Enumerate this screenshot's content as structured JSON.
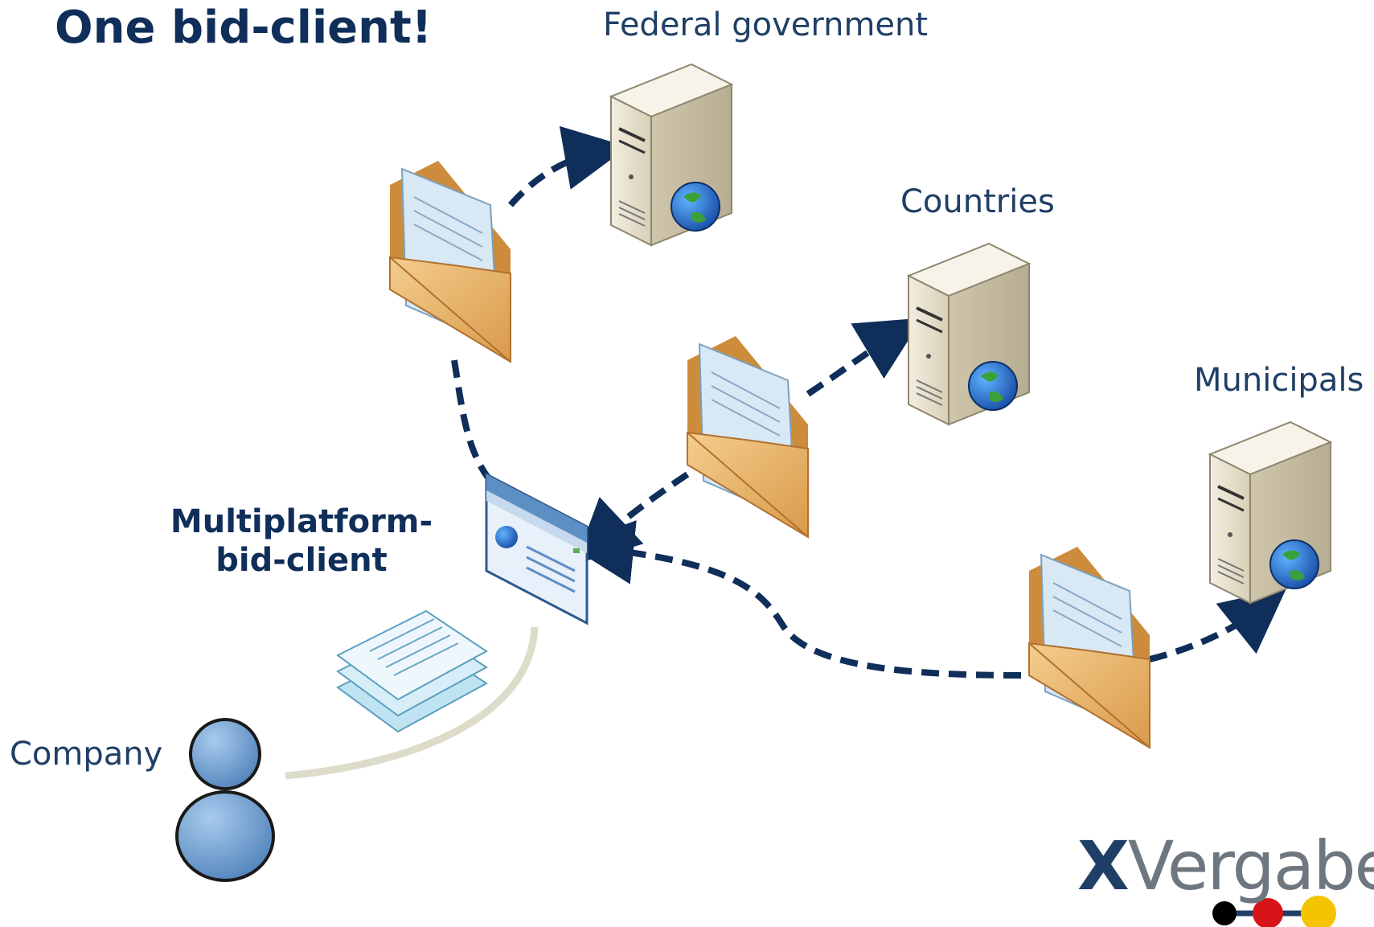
{
  "title": "One bid-client!",
  "nodes": {
    "federal": "Federal government",
    "countries": "Countries",
    "municipals": "Municipals",
    "client_line1": "Multiplatform-",
    "client_line2": "bid-client",
    "company": "Company"
  },
  "logo": {
    "x": "X",
    "rest": "Vergabe"
  },
  "colors": {
    "arrow": "#0f2f5a",
    "title": "#0f2f5a",
    "label": "#1f3f66",
    "envelope": "#e9b56a",
    "server": "#e8e1cf",
    "person": "#6d9fcc",
    "connector": "#dcdcc8",
    "dot_black": "#000000",
    "dot_red": "#d7141a",
    "dot_yellow": "#f5c400"
  }
}
